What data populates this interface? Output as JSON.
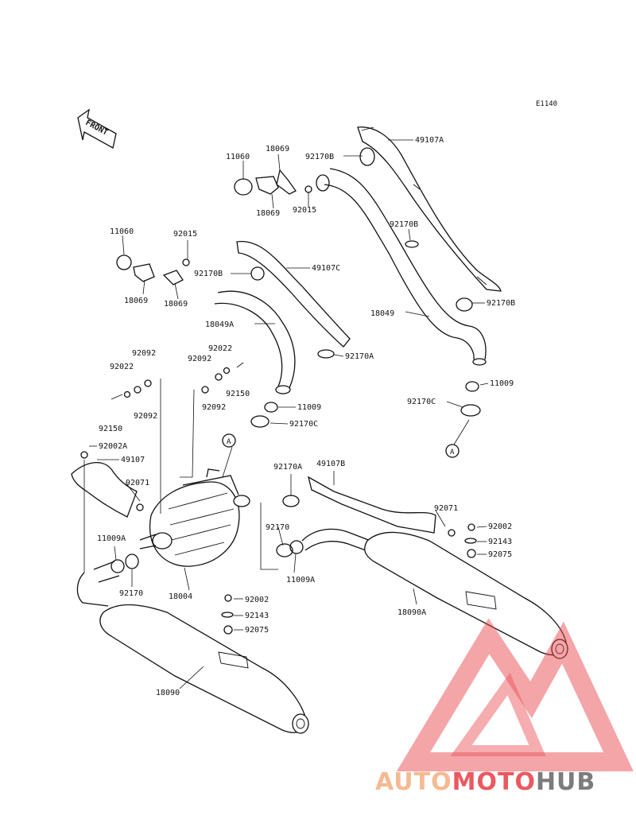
{
  "diagram": {
    "code": "E1140",
    "front_label": "FRONT",
    "ref_marker": "A",
    "callouts": {
      "p49107A": "49107A",
      "p92170B_top": "92170B",
      "p11060_top": "11060",
      "p18069_top": "18069",
      "p18069_topb": "18069",
      "p92015_top": "92015",
      "p92170B_mid": "92170B",
      "p18049": "18049",
      "p92170B_right": "92170B",
      "p11060_left": "11060",
      "p92015_left": "92015",
      "p92170B_left": "92170B",
      "p49107C": "49107C",
      "p18069_l1": "18069",
      "p18069_l2": "18069",
      "p18049A": "18049A",
      "p92170A_mid": "92170A",
      "p11009_right": "11009",
      "p92170C_right": "92170C",
      "p92092_a": "92092",
      "p92022_a": "92022",
      "p92092_b": "92092",
      "p92150_a": "92150",
      "p92022_b": "92022",
      "p92092_c": "92092",
      "p92150_b": "92150",
      "p92092_d": "92092",
      "p11009_mid": "11009",
      "p92170C_mid": "92170C",
      "p92002A": "92002A",
      "p49107": "49107",
      "p92071_left": "92071",
      "p11009A_left": "11009A",
      "p92170_left": "92170",
      "p18004": "18004",
      "p92170A_low": "92170A",
      "p49107B": "49107B",
      "p92071_right": "92071",
      "p92002_right": "92002",
      "p92143_right": "92143",
      "p92075_right": "92075",
      "p92170_mid": "92170",
      "p11009A_mid": "11009A",
      "p18090A": "18090A",
      "p92002_mid": "92002",
      "p92143_mid": "92143",
      "p92075_mid": "92075",
      "p18090": "18090"
    }
  },
  "watermark": {
    "part1": "AUTO",
    "part2": "MOTO",
    "part3": "HUB",
    "color1": "#f4b183",
    "color2": "#e8434b",
    "color3": "#6b6b6b"
  }
}
